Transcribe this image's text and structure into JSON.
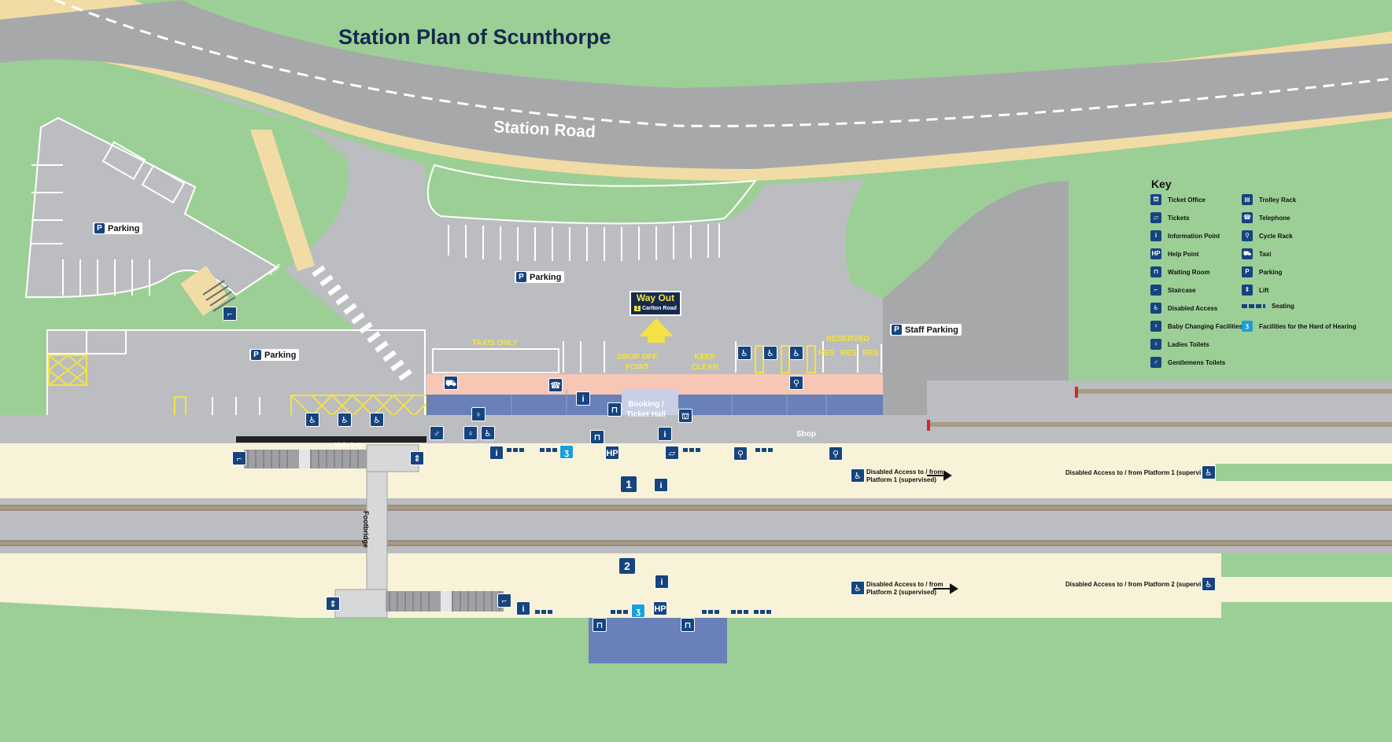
{
  "title": "Station Plan of Scunthorpe",
  "road_name": "Station Road",
  "parking_labels": {
    "left_top": "Parking",
    "left_bottom": "Parking",
    "centre": "Parking",
    "staff": "Staff Parking"
  },
  "stop_marking": "STOP",
  "night_gate": "Night Gate",
  "footbridge": "Footbridge",
  "road_markings": {
    "taxis_only": "TAXIS ONLY",
    "drop_off_1": "DROP OFF",
    "drop_off_2": "POINT",
    "keep_clear_1": "KEEP",
    "keep_clear_2": "CLEAR",
    "reserved": "RESERVED",
    "res": "RES"
  },
  "way_out": {
    "title": "Way Out",
    "exit_number": "1",
    "exit_name": "Carlton Road"
  },
  "booking_hall": "Booking / Ticket Hall",
  "shop": "Shop",
  "platforms": [
    "1",
    "2"
  ],
  "disabled_access": {
    "p1_left_1": "Disabled Access to / from",
    "p1_left_2": "Platform 1 (supervised)",
    "p1_right": "Disabled Access to / from Platform 1 (supervised)",
    "p2_left_1": "Disabled Access to / from",
    "p2_left_2": "Platform 2 (supervised)",
    "p2_right": "Disabled Access to / from Platform 2 (supervised)"
  },
  "help_point_text": "HP",
  "key": {
    "title": "Key",
    "items": [
      {
        "label": "Ticket Office",
        "icon": "ticket-office-icon",
        "glyph": "⛫"
      },
      {
        "label": "Tickets",
        "icon": "tickets-icon",
        "glyph": "▱"
      },
      {
        "label": "Information Point",
        "icon": "information-icon",
        "glyph": "i"
      },
      {
        "label": "Help Point",
        "icon": "help-point-icon",
        "glyph": "HP"
      },
      {
        "label": "Waiting Room",
        "icon": "waiting-room-icon",
        "glyph": "⊓"
      },
      {
        "label": "Staircase",
        "icon": "staircase-icon",
        "glyph": "⌐"
      },
      {
        "label": "Disabled Access",
        "icon": "disabled-access-icon",
        "glyph": "♿"
      },
      {
        "label": "Baby Changing Facilities",
        "icon": "baby-changing-icon",
        "glyph": "♀"
      },
      {
        "label": "Ladies Toilets",
        "icon": "ladies-toilets-icon",
        "glyph": "♀"
      },
      {
        "label": "Gentlemens Toilets",
        "icon": "gents-toilets-icon",
        "glyph": "♂"
      },
      {
        "label": "Trolley Rack",
        "icon": "trolley-rack-icon",
        "glyph": "▤"
      },
      {
        "label": "Telephone",
        "icon": "telephone-icon",
        "glyph": "☎"
      },
      {
        "label": "Cycle Rack",
        "icon": "cycle-rack-icon",
        "glyph": "⚲"
      },
      {
        "label": "Taxi",
        "icon": "taxi-icon",
        "glyph": "⛟"
      },
      {
        "label": "Parking",
        "icon": "parking-icon",
        "glyph": "P"
      },
      {
        "label": "Lift",
        "icon": "lift-icon",
        "glyph": "⇕"
      },
      {
        "label": "Seating",
        "icon": "seating-icon",
        "glyph": ""
      },
      {
        "label": "Facilities for the Hard of Hearing",
        "icon": "hard-of-hearing-icon",
        "glyph": "ʒ"
      }
    ]
  },
  "colors": {
    "grass": "#9ccf95",
    "road": "#a7a8aa",
    "car_park": "#bcbdc0",
    "verge": "#f2dca5",
    "platform": "#f8f2d8",
    "building": "#6a80b8",
    "booking_hall": "#c9d0e6",
    "forecourt": "#f7c7b6",
    "icon": "#16447f",
    "marking_yellow": "#f3e246",
    "title": "#16294f"
  }
}
